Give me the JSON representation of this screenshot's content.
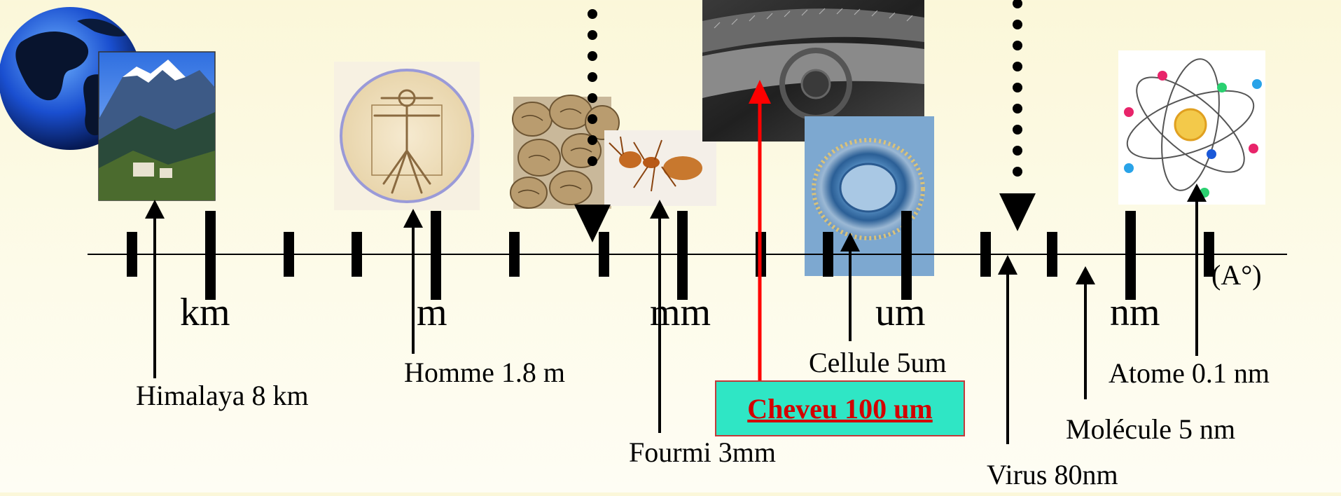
{
  "scale_units": {
    "km": "km",
    "m": "m",
    "mm": "mm",
    "um": "um",
    "nm": "nm",
    "angstrom": "(A°)"
  },
  "objects": [
    {
      "id": "himalaya",
      "label": "Himalaya 8 km",
      "image_icon": "mountain-photo-icon"
    },
    {
      "id": "homme",
      "label": "Homme 1.8 m",
      "image_icon": "vitruvian-man-icon"
    },
    {
      "id": "fourmi",
      "label": "Fourmi 3mm",
      "image_icon": "ant-photo-icon"
    },
    {
      "id": "cheveu",
      "label": "Cheveu 100 um",
      "image_icon": "hair-micrograph-icon",
      "highlight": true
    },
    {
      "id": "cellule",
      "label": "Cellule 5um",
      "image_icon": "cell-micrograph-icon"
    },
    {
      "id": "virus",
      "label": "Virus 80nm"
    },
    {
      "id": "molecule",
      "label": "Molécule 5 nm"
    },
    {
      "id": "atome",
      "label": "Atome 0.1 nm",
      "image_icon": "atom-model-icon"
    }
  ],
  "extra_images": [
    "globe-icon",
    "walnuts-photo-icon"
  ],
  "colors": {
    "background": "#fdfbe9",
    "axis": "#000000",
    "highlight_arrow": "#ff0000",
    "highlight_box_fill": "#2fe6c5",
    "highlight_box_border": "#c23a3a",
    "highlight_text": "#d30000"
  }
}
